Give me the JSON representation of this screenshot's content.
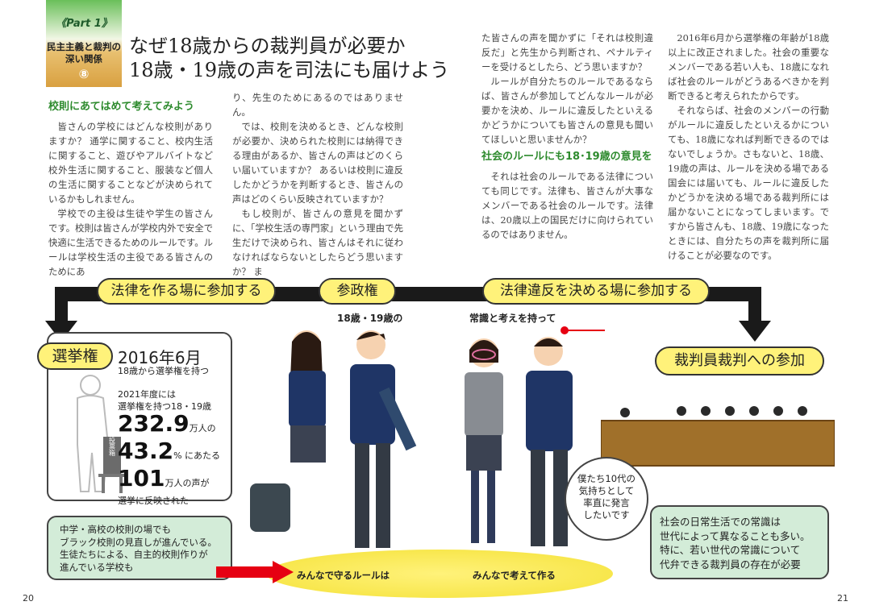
{
  "header": {
    "part": "《Part 1》",
    "series": "民主主義と裁判の深い関係",
    "number": "⑧",
    "title_line1": "なぜ18歳からの裁判員が必要か",
    "title_line2": "18歳・19歳の声を司法にも届けよう"
  },
  "col1": {
    "heading": "校則にあてはめて考えてみよう",
    "p1": "皆さんの学校にはどんな校則がありますか？ 通学に関すること、校内生活に関すること、遊びやアルバイトなど校外生活に関すること、服装など個人の生活に関することなどが決められているかもしれません。",
    "p2": "学校での主役は生徒や学生の皆さんです。校則は皆さんが学校内外で安全で快適に生活できるためのルールです。ルールは学校生活の主役である皆さんのためにあ"
  },
  "col2": {
    "p0": "り、先生のためにあるのではありません。",
    "p1": "では、校則を決めるとき、どんな校則が必要か、決められた校則には納得できる理由があるか、皆さんの声はどのくらい届いていますか？ あるいは校則に違反したかどうかを判断するとき、皆さんの声はどのくらい反映されていますか？",
    "p2": "もし校則が、皆さんの意見を聞かずに、「学校生活の専門家」という理由で先生だけで決められ、皆さんはそれに従わなければならないとしたらどう思いますか？ ま"
  },
  "col3": {
    "p0": "た皆さんの声を聞かずに「それは校則違反だ」と先生から判断され、ペナルティーを受けるとしたら、どう思いますか？",
    "p1": "ルールが自分たちのルールであるならば、皆さんが参加してどんなルールが必要かを決め、ルールに違反したといえるかどうかについても皆さんの意見も聞いてほしいと思いませんか？",
    "heading": "社会のルールにも18･19歳の意見を",
    "p2": "それは社会のルールである法律についても同じです。法律も、皆さんが大事なメンバーである社会のルールです。法律は、20歳以上の国民だけに向けられているのではありません。"
  },
  "col4": {
    "p1": "2016年6月から選挙権の年齢が18歳以上に改正されました。社会の重要なメンバーである若い人も、18歳になれば社会のルールがどうあるべきかを判断できると考えられたからです。",
    "p2": "それならば、社会のメンバーの行動がルールに違反したといえるかについても、18歳になれば判断できるのではないでしょうか。さもないと、18歳、19歳の声は、ルールを決める場である国会には届いても、ルールに違反したかどうかを決める場である裁判所には届かないことになってしまいます。ですから皆さんも、18歳、19歳になったときには、自分たちの声を裁判所に届けることが必要なのです。"
  },
  "infographic": {
    "band_labels": [
      "法律を作る場に参加する",
      "参政権",
      "法律違反を決める場に参加する"
    ],
    "label_youth": "18歳・19歳の",
    "label_common": "常識と考えを持って",
    "vote": {
      "pill": "選挙権",
      "date": "2016年6月",
      "date_sub": "18歳から選挙権を持つ",
      "line1": "2021年度には",
      "line2": "選挙権を持つ18・19歳",
      "n1": "232.9",
      "n1_unit": "万人の",
      "n2": "43.2",
      "n2_unit": "% にあたる",
      "n3": "101",
      "n3_unit": "万人の声が",
      "line_end": "選挙に反映された",
      "ballot_box": "投票箱"
    },
    "school_note": [
      "中学・高校の校則の場でも",
      "ブラック校則の見直しが進んでいる。",
      "生徒たちによる、自主的校則作りが",
      "進んでいる学校も"
    ],
    "floor_left": "みんなで守るルールは",
    "floor_right": "みんなで考えて作る",
    "saiban_pill": "裁判員裁判への参加",
    "speech": [
      "僕たち10代の",
      "気持ちとして",
      "率直に発言",
      "したいです"
    ],
    "common_note": [
      "社会の日常生活での常識は",
      "世代によって異なることも多い。",
      "特に、若い世代の常識について",
      "代弁できる裁判員の存在が必要"
    ]
  },
  "page_numbers": {
    "left": "20",
    "right": "21"
  },
  "colors": {
    "green_heading": "#2e8b2e",
    "pill_yellow": "#fff27a",
    "note_green": "#d3ecd8",
    "arrow_red": "#e60012",
    "bench_brown": "#a0702a"
  }
}
